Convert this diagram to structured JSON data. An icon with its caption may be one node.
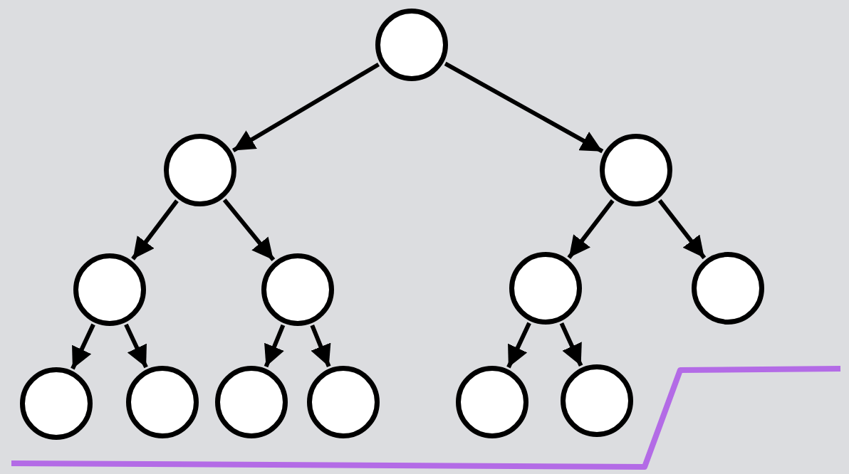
{
  "diagram": {
    "nodes": [
      {
        "text": [],
        "shape": "circle"
      },
      {
        "text": [],
        "shape": "circle"
      },
      {
        "text": [],
        "shape": "circle"
      },
      {
        "text": [],
        "shape": "circle"
      },
      {
        "text": [],
        "shape": "circle"
      },
      {
        "text": [],
        "shape": "circle"
      },
      {
        "text": [],
        "shape": "circle"
      },
      {
        "text": [],
        "shape": "circle"
      },
      {
        "text": [],
        "shape": "circle"
      },
      {
        "text": [],
        "shape": "circle"
      },
      {
        "text": [],
        "shape": "circle"
      },
      {
        "text": [],
        "shape": "circle"
      },
      {
        "text": [],
        "shape": "circle"
      }
    ],
    "edges": [
      {
        "from": 0,
        "to": 1,
        "arrow": "to"
      },
      {
        "from": 0,
        "to": 2,
        "arrow": "to"
      },
      {
        "from": 1,
        "to": 3,
        "arrow": "to"
      },
      {
        "from": 1,
        "to": 4,
        "arrow": "to"
      },
      {
        "from": 2,
        "to": 5,
        "arrow": "to"
      },
      {
        "from": 2,
        "to": 6,
        "arrow": "to"
      },
      {
        "from": 3,
        "to": 7,
        "arrow": "to"
      },
      {
        "from": 3,
        "to": 8,
        "arrow": "to"
      },
      {
        "from": 4,
        "to": 9,
        "arrow": "to"
      },
      {
        "from": 4,
        "to": 10,
        "arrow": "to"
      },
      {
        "from": 5,
        "to": 11,
        "arrow": "to"
      },
      {
        "from": 5,
        "to": 12,
        "arrow": "to"
      }
    ]
  }
}
